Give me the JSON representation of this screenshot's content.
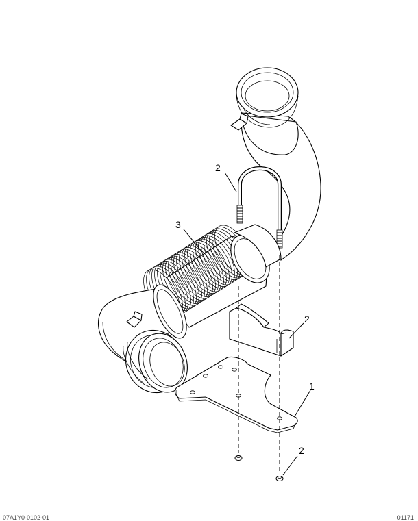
{
  "callouts": {
    "bolt_u": "2",
    "hose": "3",
    "bracket": "2",
    "plate": "1",
    "nut": "2"
  },
  "footer": {
    "left": "07A1Y0-0102-01",
    "right": "01171"
  }
}
